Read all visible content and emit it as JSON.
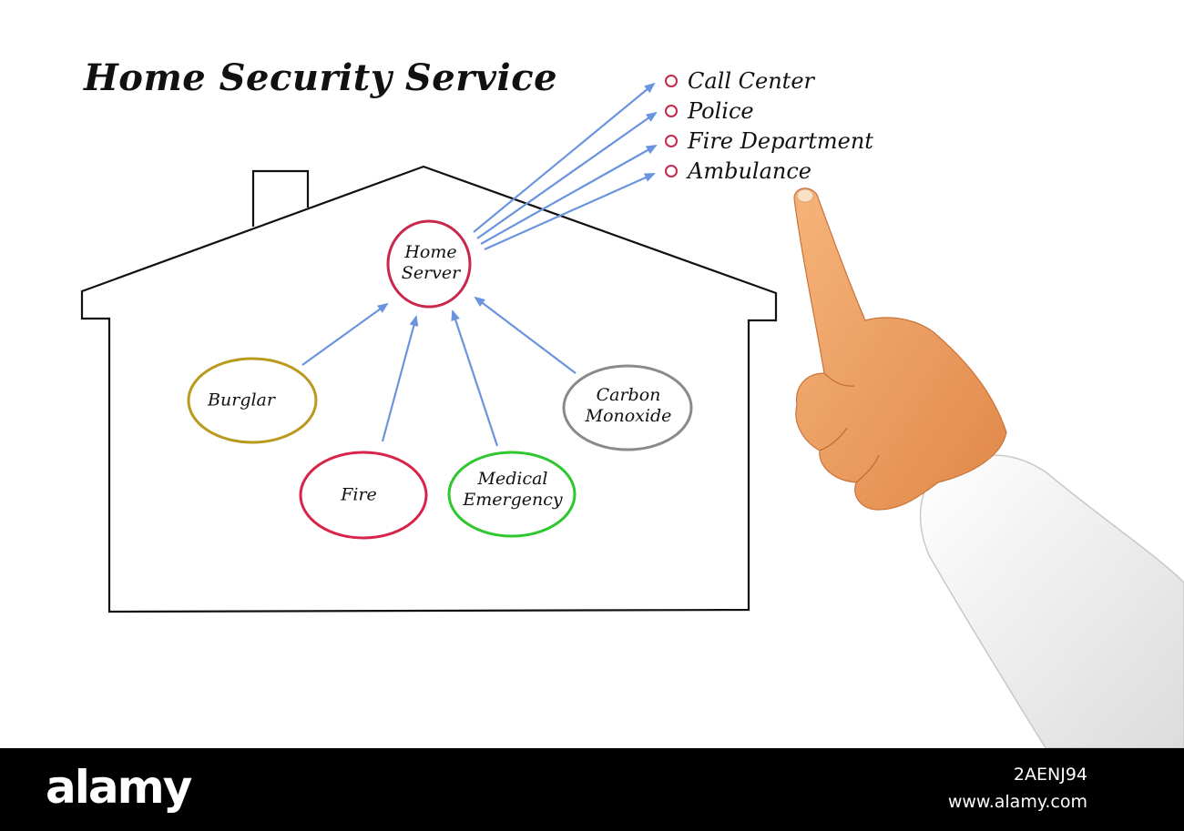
{
  "title": "Home Security Service",
  "center_node": {
    "label": "Home Server",
    "color": "#c8284b"
  },
  "sensors": [
    {
      "label": "Burglar",
      "color": "#b99a1e"
    },
    {
      "label": "Fire",
      "color": "#d8234a"
    },
    {
      "label": "Medical\nEmergency",
      "color": "#2ec82e"
    },
    {
      "label": "Carbon\nMonoxide",
      "color": "#8a8a8a"
    }
  ],
  "destinations": [
    {
      "label": "Call Center"
    },
    {
      "label": "Police"
    },
    {
      "label": "Fire Department"
    },
    {
      "label": "Ambulance"
    }
  ],
  "colors": {
    "arrow": "#6b94df",
    "house_outline": "#111111",
    "bullet": "#c8284b",
    "skin": "#f0a065",
    "sleeve": "#f2f2f2"
  },
  "watermark": {
    "logo": "alamy",
    "image_id": "2AENJ94",
    "site": "www.alamy.com"
  }
}
